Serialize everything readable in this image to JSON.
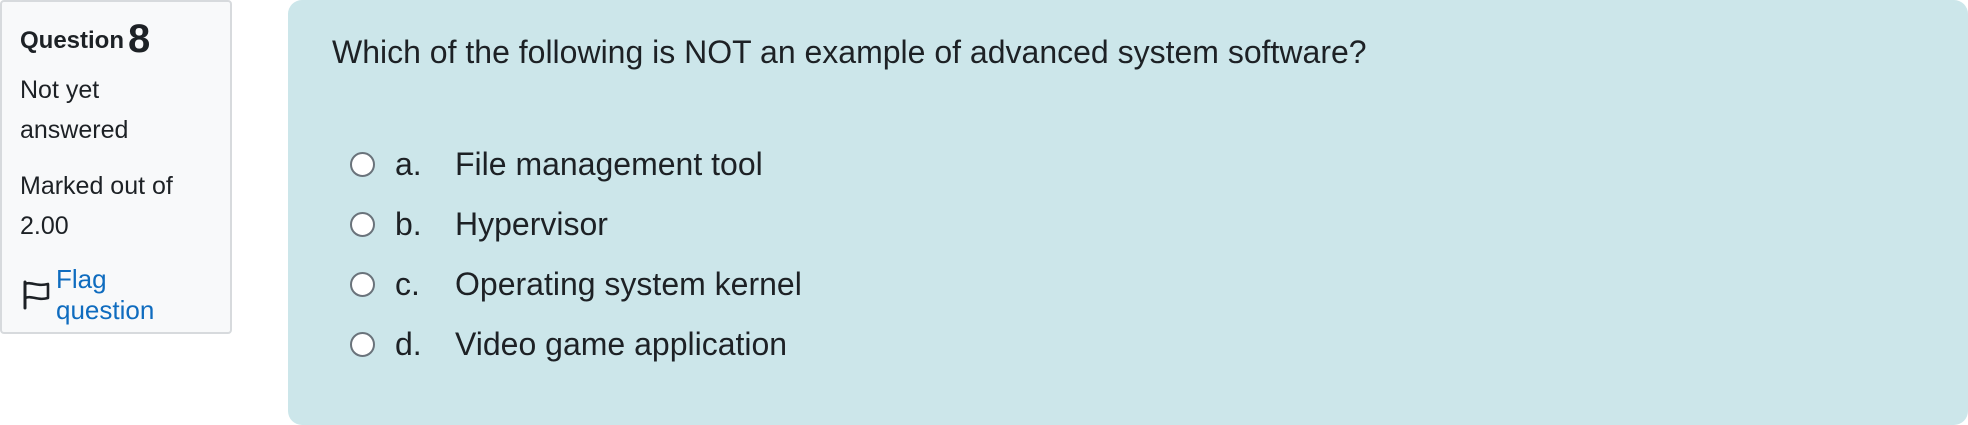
{
  "question_info": {
    "label": "Question",
    "number": "8",
    "state": "Not yet answered",
    "grade": "Marked out of 2.00",
    "flag_label": "Flag question",
    "flag_icon": "flag-icon"
  },
  "question": {
    "text": "Which of the following is NOT an example of advanced system software?",
    "answers": [
      {
        "letter": "a.",
        "text": "File management tool",
        "selected": false
      },
      {
        "letter": "b.",
        "text": "Hypervisor",
        "selected": false
      },
      {
        "letter": "c.",
        "text": "Operating system kernel",
        "selected": false
      },
      {
        "letter": "d.",
        "text": "Video game application",
        "selected": false
      }
    ]
  },
  "colors": {
    "info_background": "#f8f9fa",
    "content_background": "#cce6ea",
    "link": "#0f6cbf"
  }
}
